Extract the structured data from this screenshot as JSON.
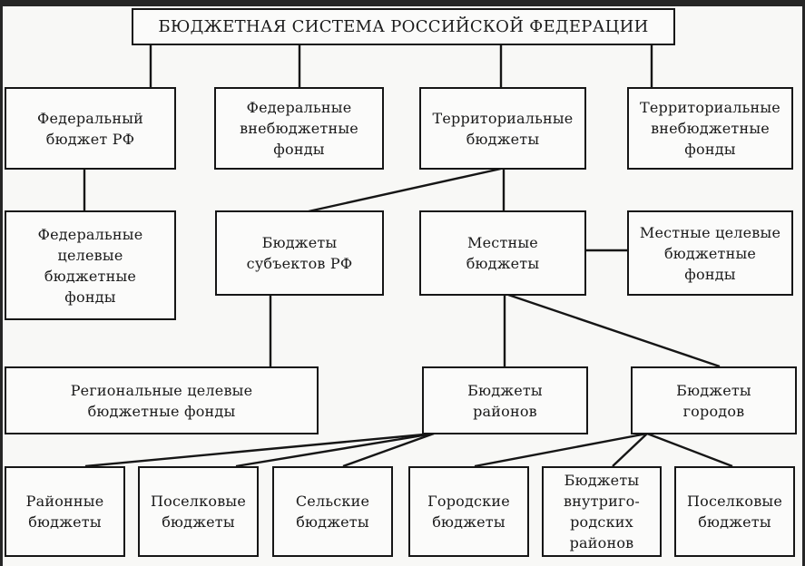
{
  "title": "БЮДЖЕТНАЯ СИСТЕМА РОССИЙСКОЙ ФЕДЕРАЦИИ",
  "nodes": {
    "federal_budget": "Федеральный\nбюджет РФ",
    "federal_offbudget_funds": "Федеральные\nвнебюджетные\nфонды",
    "territorial_budgets": "Территориальные\nбюджеты",
    "territorial_offbudget_funds": "Территориальные\nвнебюджетные\nфонды",
    "federal_target_funds": "Федеральные\nцелевые\nбюджетные\nфонды",
    "subject_budgets": "Бюджеты\nсубъектов РФ",
    "local_budgets": "Местные\nбюджеты",
    "local_target_funds": "Местные целевые\nбюджетные\nфонды",
    "regional_target_funds": "Региональные целевые\nбюджетные фонды",
    "district_budgets": "Бюджеты\nрайонов",
    "city_budgets": "Бюджеты\nгородов",
    "rayon_budgets": "Районные\nбюджеты",
    "settlement_budgets_1": "Поселковые\nбюджеты",
    "rural_budgets": "Сельские\nбюджеты",
    "urban_budgets": "Городские\nбюджеты",
    "intracity_district_budgets": "Бюджеты\nвнутриго-\nродских\nрайонов",
    "settlement_budgets_2": "Поселковые\nбюджеты"
  },
  "edges": [
    [
      "title",
      "federal_budget"
    ],
    [
      "title",
      "federal_offbudget_funds"
    ],
    [
      "title",
      "territorial_budgets"
    ],
    [
      "title",
      "territorial_offbudget_funds"
    ],
    [
      "federal_budget",
      "federal_target_funds"
    ],
    [
      "territorial_budgets",
      "subject_budgets"
    ],
    [
      "territorial_budgets",
      "local_budgets"
    ],
    [
      "local_budgets",
      "local_target_funds"
    ],
    [
      "subject_budgets",
      "regional_target_funds"
    ],
    [
      "local_budgets",
      "district_budgets"
    ],
    [
      "local_budgets",
      "city_budgets"
    ],
    [
      "district_budgets",
      "rayon_budgets"
    ],
    [
      "district_budgets",
      "settlement_budgets_1"
    ],
    [
      "district_budgets",
      "rural_budgets"
    ],
    [
      "city_budgets",
      "urban_budgets"
    ],
    [
      "city_budgets",
      "intracity_district_budgets"
    ],
    [
      "city_budgets",
      "settlement_budgets_2"
    ]
  ]
}
